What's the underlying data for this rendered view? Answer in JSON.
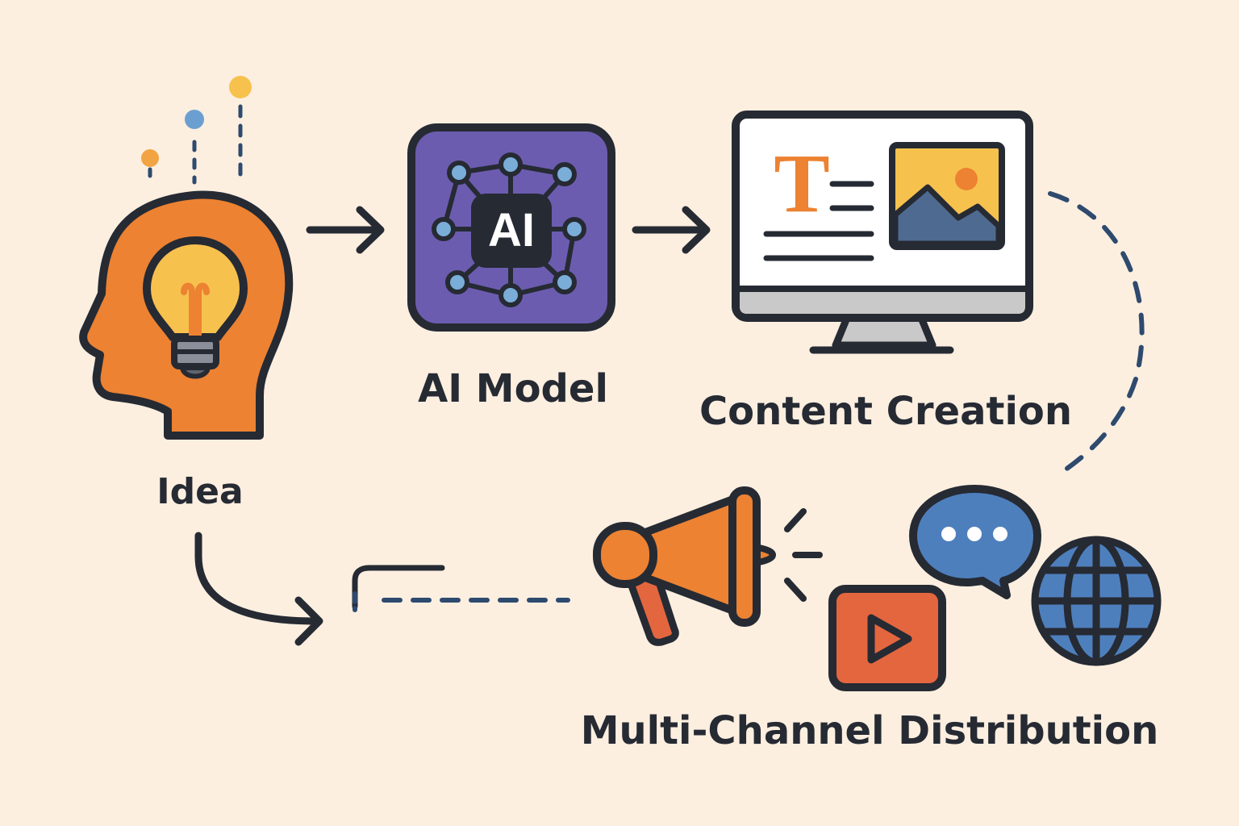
{
  "labels": {
    "idea": "Idea",
    "ai_model": "AI Model",
    "content_creation": "Content Creation",
    "distribution": "Multi-Channel Distribution"
  },
  "ai_chip_text": "AI",
  "text_tool_glyph": "T",
  "colors": {
    "background": "#fcefe0",
    "outline": "#262a33",
    "orange": "#ec8232",
    "yellow": "#f7c14e",
    "purple": "#6c5cb0",
    "node_blue": "#7aaed9",
    "blue": "#4e7fbd",
    "red_orange": "#e4663f",
    "screen": "#ffffff",
    "monitor_bar": "#c9c9c9",
    "dash_blue": "#2e4a6e"
  },
  "icons": [
    "head-lightbulb-icon",
    "ai-chip-icon",
    "monitor-icon",
    "megaphone-icon",
    "speech-bubble-icon",
    "globe-icon",
    "video-play-icon"
  ]
}
